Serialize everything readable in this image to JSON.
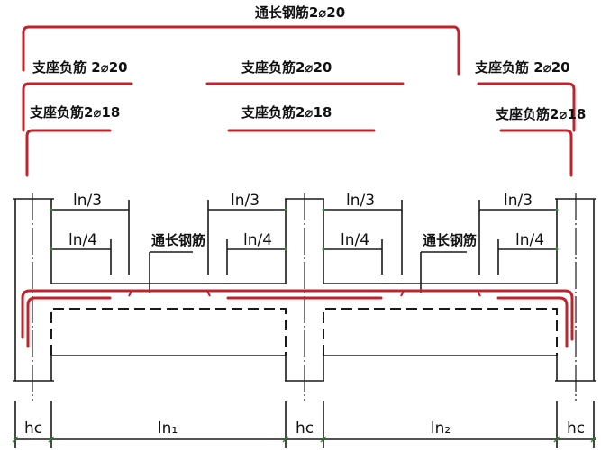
{
  "title": "通长钢筋2⌀20",
  "colors": {
    "rebar": "#c0232b",
    "lines": "#1a1a1a",
    "dimension_ticks": "#2e8b2e",
    "background": "#ffffff"
  },
  "top_labels": {
    "continuous_bar": "通长钢筋2⌀20",
    "support_neg_1_left": "支座负筋 2⌀20",
    "support_neg_1_mid": "支座负筋2⌀20",
    "support_neg_1_right": "支座负筋 2⌀20",
    "support_neg_2_left": "支座负筋2⌀18",
    "support_neg_2_mid": "支座负筋2⌀18",
    "support_neg_2_right": "支座负筋2⌀18"
  },
  "span_dimensions": {
    "span1_left_ln3": "ln/3",
    "span1_left_ln4": "ln/4",
    "span1_right_ln3": "ln/3",
    "span1_right_ln4": "ln/4",
    "span2_left_ln3": "ln/3",
    "span2_left_ln4": "ln/4",
    "span2_right_ln3": "ln/3",
    "span2_right_ln4": "ln/4"
  },
  "callouts": {
    "span1": "通长钢筋",
    "span2": "通长钢筋"
  },
  "bottom_dimensions": {
    "hc_left": "hc",
    "ln1": "ln₁",
    "hc_mid": "hc",
    "ln2": "ln₂",
    "hc_right": "hc"
  }
}
